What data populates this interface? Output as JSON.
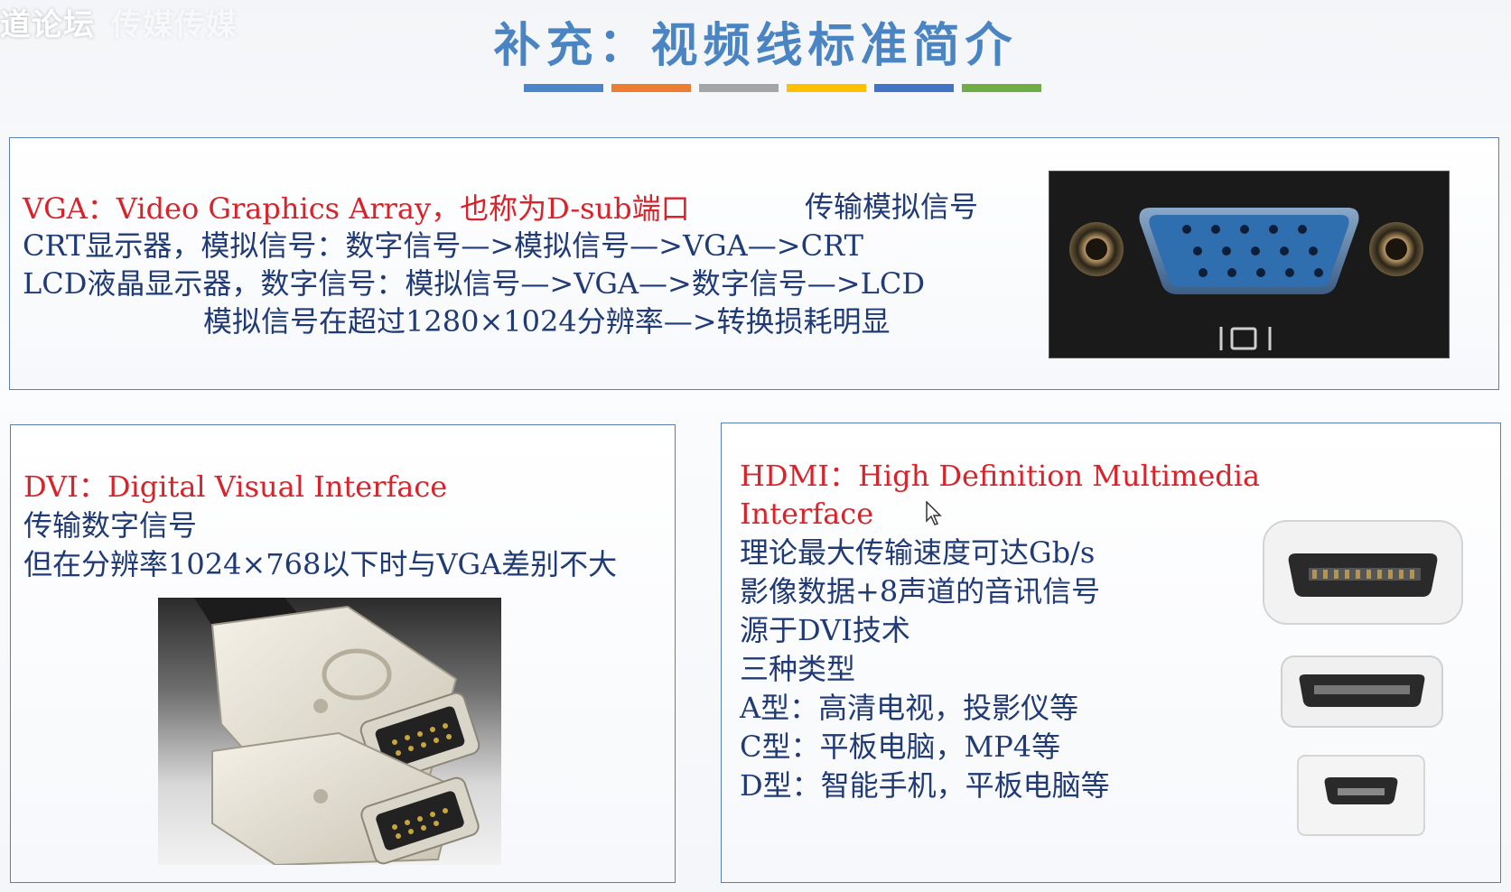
{
  "watermark": {
    "text": "道论坛",
    "faint": "传媒传媒"
  },
  "title": "补充：视频线标准简介",
  "colors": [
    "#4a86c8",
    "#ed7d31",
    "#a5a5a5",
    "#ffc000",
    "#4472c4",
    "#70ad47"
  ],
  "vga": {
    "heading": "VGA：Video Graphics Array，也称为D-sub端口",
    "note": "传输模拟信号",
    "lines": [
      "CRT显示器，模拟信号：数字信号—>模拟信号—>VGA—>CRT",
      "LCD液晶显示器，数字信号：模拟信号—>VGA—>数字信号—>LCD",
      "模拟信号在超过1280×1024分辨率—>转换损耗明显"
    ]
  },
  "dvi": {
    "heading": "DVI：Digital Visual Interface",
    "lines": [
      "传输数字信号",
      "但在分辨率1024×768以下时与VGA差别不大"
    ]
  },
  "hdmi": {
    "heading_1": "HDMI：High Definition Multimedia",
    "heading_2": "Interface",
    "lines": [
      "理论最大传输速度可达Gb/s",
      "影像数据+8声道的音讯信号",
      "源于DVI技术",
      "三种类型",
      "A型：高清电视，投影仪等",
      "C型：平板电脑，MP4等",
      "D型：智能手机，平板电脑等"
    ]
  }
}
